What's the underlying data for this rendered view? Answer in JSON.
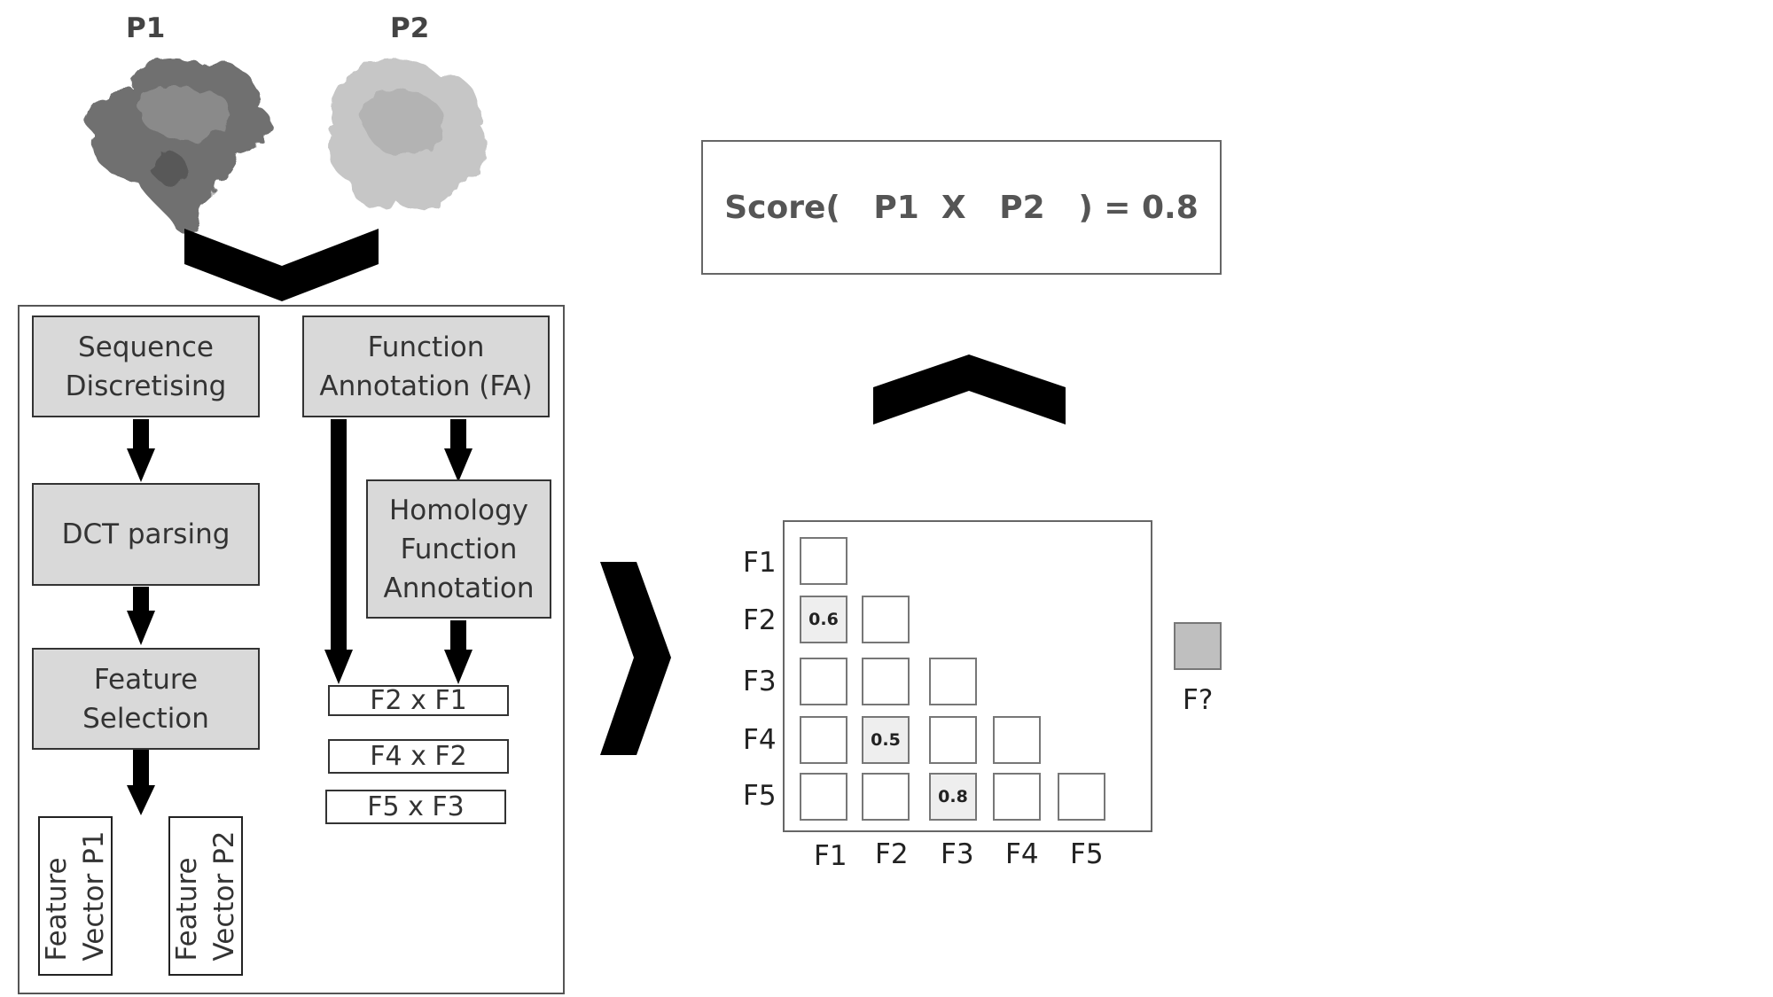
{
  "proteins": {
    "p1_label": "P1",
    "p2_label": "P2"
  },
  "pipeline": {
    "sequence_discretising": "Sequence\nDiscretising",
    "function_annotation": "Function\nAnnotation (FA)",
    "dct_parsing": "DCT parsing",
    "homology_function_annotation": "Homology\nFunction\nAnnotation",
    "feature_selection": "Feature\nSelection",
    "feature_vector_p1": "Feature\nVector P1",
    "feature_vector_p2": "Feature\nVector P2",
    "pairs": [
      "F2 x F1",
      "F4 x F2",
      "F5 x F3"
    ]
  },
  "score": {
    "text": "Score(   P1  X   P2   ) = 0.8"
  },
  "matrix": {
    "row_labels": [
      "F1",
      "F2",
      "F3",
      "F4",
      "F5"
    ],
    "col_labels": [
      "F1",
      "F2",
      "F3",
      "F4",
      "F5"
    ],
    "values": {
      "F2_F1": "0.6",
      "F4_F2": "0.5",
      "F5_F3": "0.8"
    },
    "unknown_label": "F?"
  },
  "colors": {
    "box_fill": "#d9d9d9",
    "unknown_fill": "#bfbfbf",
    "filled_cell": "#eeeeee",
    "arrow": "#000000"
  }
}
